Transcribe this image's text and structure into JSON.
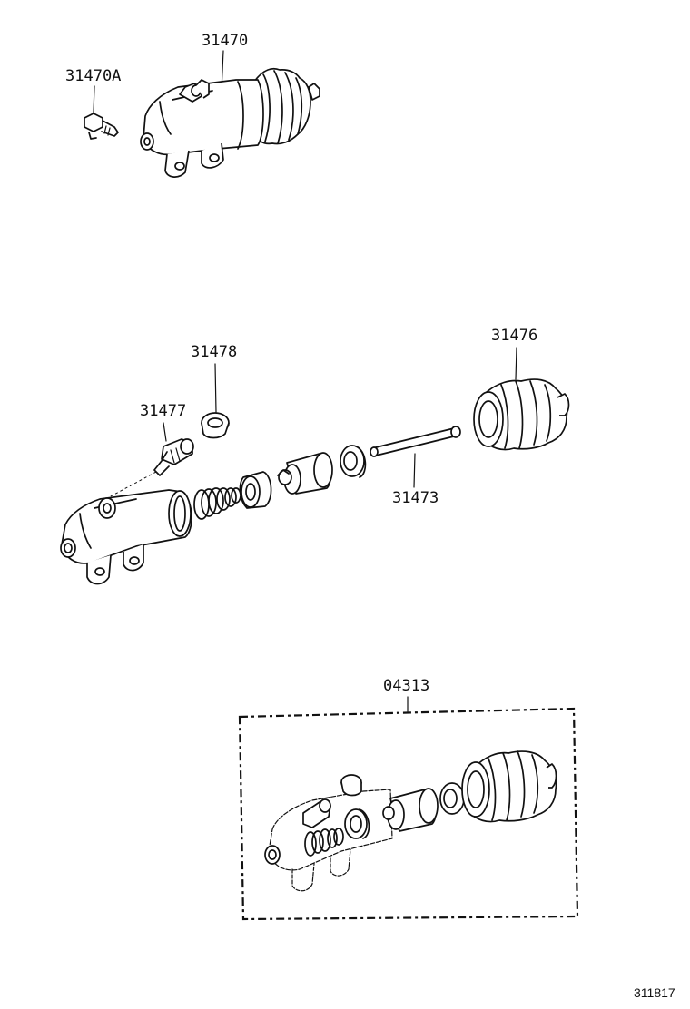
{
  "parts": {
    "p31470A": "31470A",
    "p31470": "31470",
    "p31478": "31478",
    "p31477": "31477",
    "p31476": "31476",
    "p31473": "31473",
    "p04313": "04313"
  },
  "diagram_code": "311817"
}
